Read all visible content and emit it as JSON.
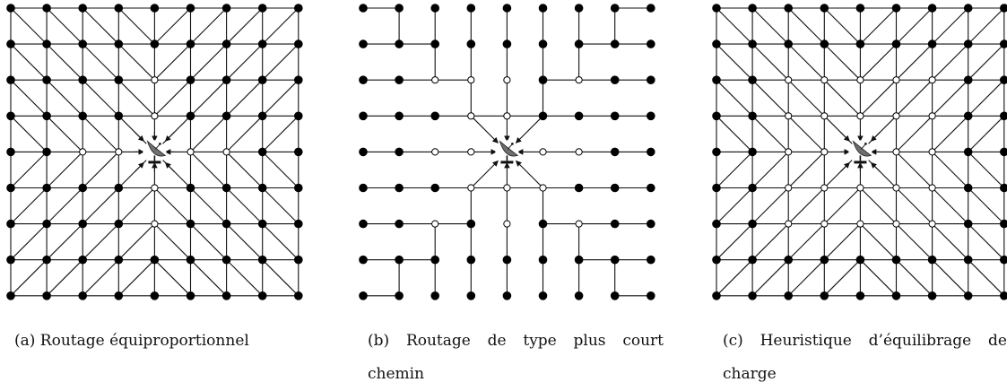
{
  "colors": {
    "line": "#111111",
    "filled_node": "#000000",
    "hollow_node": "#ffffff",
    "antenna": "#6f6f6f"
  },
  "icon": "satellite-dish-icon",
  "panels": [
    {
      "id": "a",
      "caption": "(a) Routage équiproportionnel",
      "routing": "equal",
      "hollow_nodes": [
        [
          4,
          2
        ],
        [
          4,
          3
        ],
        [
          2,
          4
        ],
        [
          3,
          4
        ],
        [
          5,
          4
        ],
        [
          6,
          4
        ],
        [
          4,
          5
        ],
        [
          4,
          6
        ]
      ]
    },
    {
      "id": "b",
      "caption": "(b) Routage de type plus court chemin",
      "routing": "shortest",
      "hollow_nodes": [
        [
          2,
          2
        ],
        [
          3,
          2
        ],
        [
          4,
          2
        ],
        [
          3,
          3
        ],
        [
          4,
          3
        ],
        [
          6,
          2
        ],
        [
          2,
          4
        ],
        [
          3,
          4
        ],
        [
          5,
          4
        ],
        [
          6,
          4
        ],
        [
          3,
          5
        ],
        [
          4,
          5
        ],
        [
          5,
          5
        ],
        [
          2,
          6
        ],
        [
          4,
          6
        ],
        [
          6,
          6
        ]
      ]
    },
    {
      "id": "c",
      "caption": "(c) Heuristique d’équilibrage de charge",
      "routing": "balanced",
      "hollow_nodes": [
        [
          2,
          2
        ],
        [
          3,
          2
        ],
        [
          4,
          2
        ],
        [
          5,
          2
        ],
        [
          6,
          2
        ],
        [
          2,
          3
        ],
        [
          3,
          3
        ],
        [
          4,
          3
        ],
        [
          5,
          3
        ],
        [
          6,
          3
        ],
        [
          2,
          4
        ],
        [
          3,
          4
        ],
        [
          5,
          4
        ],
        [
          6,
          4
        ],
        [
          2,
          5
        ],
        [
          3,
          5
        ],
        [
          4,
          5
        ],
        [
          5,
          5
        ],
        [
          6,
          5
        ],
        [
          2,
          6
        ],
        [
          3,
          6
        ],
        [
          4,
          6
        ],
        [
          5,
          6
        ],
        [
          6,
          6
        ]
      ]
    }
  ]
}
